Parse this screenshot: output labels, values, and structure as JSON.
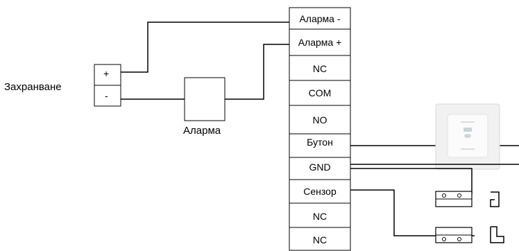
{
  "power": {
    "label": "Захранване",
    "plus": "+",
    "minus": "-"
  },
  "alarm": {
    "label": "Аларма"
  },
  "terminals": [
    "Аларма -",
    "Аларма +",
    "NC",
    "COM",
    "NO",
    "Бутон",
    "GND",
    "Сензор",
    "NC",
    "NC"
  ]
}
